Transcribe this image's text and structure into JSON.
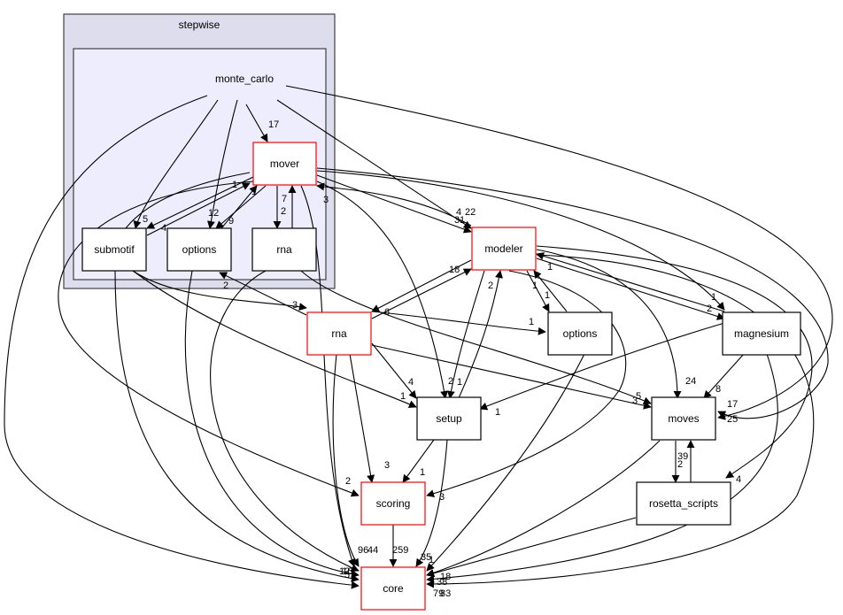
{
  "diagram": {
    "type": "directory-dependency-graph",
    "clusters": [
      {
        "id": "stepwise",
        "label": "stepwise",
        "fill": "#dddded",
        "stroke": "#404040"
      },
      {
        "id": "monte_carlo",
        "label": "monte_carlo",
        "fill": "#ededfd",
        "stroke": "#404040"
      }
    ],
    "nodes": [
      {
        "id": "mover",
        "label": "mover",
        "border": "#ff0000",
        "cluster": "monte_carlo"
      },
      {
        "id": "submotif",
        "label": "submotif",
        "border": "#000000",
        "cluster": "monte_carlo"
      },
      {
        "id": "mc_options",
        "label": "options",
        "border": "#000000",
        "cluster": "monte_carlo"
      },
      {
        "id": "mc_rna",
        "label": "rna",
        "border": "#000000",
        "cluster": "monte_carlo"
      },
      {
        "id": "modeler",
        "label": "modeler",
        "border": "#ff0000"
      },
      {
        "id": "rna",
        "label": "rna",
        "border": "#ff0000"
      },
      {
        "id": "options",
        "label": "options",
        "border": "#000000"
      },
      {
        "id": "magnesium",
        "label": "magnesium",
        "border": "#000000"
      },
      {
        "id": "setup",
        "label": "setup",
        "border": "#000000"
      },
      {
        "id": "moves",
        "label": "moves",
        "border": "#000000"
      },
      {
        "id": "scoring",
        "label": "scoring",
        "border": "#ff0000"
      },
      {
        "id": "rosetta_scripts",
        "label": "rosetta_scripts",
        "border": "#000000"
      },
      {
        "id": "core",
        "label": "core",
        "border": "#ff0000"
      }
    ],
    "edge_labels": [
      {
        "edge": "monte_carlo->mover",
        "text": "17"
      },
      {
        "edge": "monte_carlo->submotif",
        "text": "5"
      },
      {
        "edge": "monte_carlo->mc_options",
        "text": "12"
      },
      {
        "edge": "mc_options->mover",
        "text": "9"
      },
      {
        "edge": "submotif->mover",
        "text": "1"
      },
      {
        "edge": "mover->submotif",
        "text": "4"
      },
      {
        "edge": "mc_rna->mover",
        "text": "7"
      },
      {
        "edge": "mover->mc_rna",
        "text": "2"
      },
      {
        "edge": "submotif->mover-b",
        "text": "1"
      },
      {
        "edge": "modeler->mover",
        "text": "3"
      },
      {
        "edge": "monte_carlo->modeler",
        "text": "4"
      },
      {
        "edge": "mover->modeler",
        "text": "22"
      },
      {
        "edge": "submotif->modeler",
        "text": "3"
      },
      {
        "edge": "mc_rna->modeler",
        "text": "1"
      },
      {
        "edge": "rna->modeler",
        "text": "18"
      },
      {
        "edge": "modeler->rna",
        "text": "6"
      },
      {
        "edge": "rna->mc_options",
        "text": "2"
      },
      {
        "edge": "submotif->rna",
        "text": "3"
      },
      {
        "edge": "modeler->options",
        "text": "1"
      },
      {
        "edge": "options->modeler",
        "text": "1"
      },
      {
        "edge": "magnesium->modeler",
        "text": "1"
      },
      {
        "edge": "rna->options",
        "text": "1"
      },
      {
        "edge": "mover->magnesium",
        "text": "1"
      },
      {
        "edge": "modeler->magnesium",
        "text": "2"
      },
      {
        "edge": "setup->modeler",
        "text": "2"
      },
      {
        "edge": "modeler->setup",
        "text": "1"
      },
      {
        "edge": "rna->setup",
        "text": "4"
      },
      {
        "edge": "submotif->setup",
        "text": "1"
      },
      {
        "edge": "mover->setup",
        "text": "2"
      },
      {
        "edge": "magnesium->setup",
        "text": "1"
      },
      {
        "edge": "modeler->moves",
        "text": "24"
      },
      {
        "edge": "rna->moves",
        "text": "5"
      },
      {
        "edge": "mc_rna->moves",
        "text": "3"
      },
      {
        "edge": "magnesium->moves",
        "text": "8"
      },
      {
        "edge": "mover->moves",
        "text": "17"
      },
      {
        "edge": "monte_carlo->moves",
        "text": "25"
      },
      {
        "edge": "moves->rosetta_scripts",
        "text": "2"
      },
      {
        "edge": "rosetta_scripts->moves",
        "text": "39"
      },
      {
        "edge": "modeler->rosetta_scripts",
        "text": "4"
      },
      {
        "edge": "mover->scoring",
        "text": "2"
      },
      {
        "edge": "rna->scoring",
        "text": "3"
      },
      {
        "edge": "setup->scoring",
        "text": "1"
      },
      {
        "edge": "modeler->scoring",
        "text": "3"
      },
      {
        "edge": "scoring->core",
        "text": "259"
      },
      {
        "edge": "rna->core",
        "text": "96"
      },
      {
        "edge": "mc_rna->core",
        "text": "44"
      },
      {
        "edge": "setup->core",
        "text": "35"
      },
      {
        "edge": "options->core",
        "text": "1"
      },
      {
        "edge": "monte_carlo->core",
        "text": "12"
      },
      {
        "edge": "submotif->core",
        "text": "16"
      },
      {
        "edge": "mc_options->core",
        "text": "5"
      },
      {
        "edge": "moves->core",
        "text": "18"
      },
      {
        "edge": "rosetta_scripts->core",
        "text": "38"
      },
      {
        "edge": "magnesium->core",
        "text": "79"
      },
      {
        "edge": "modeler->core",
        "text": "83"
      }
    ]
  }
}
